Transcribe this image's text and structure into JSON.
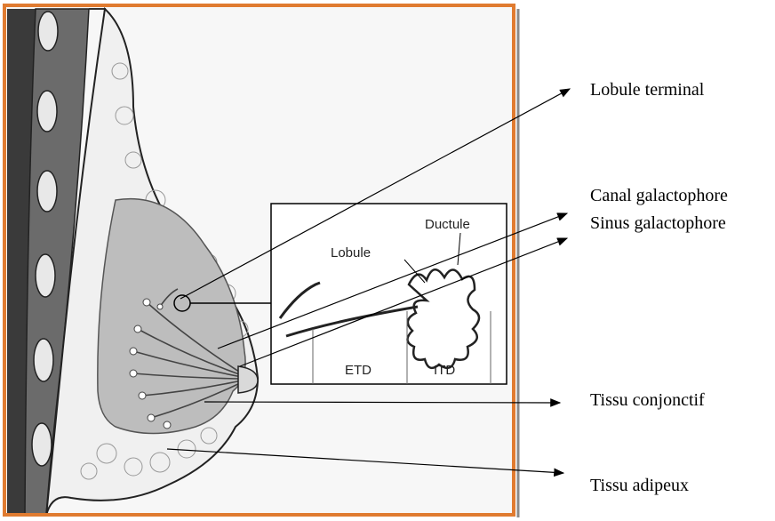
{
  "labels": {
    "lobule_terminal": "Lobule terminal",
    "canal_galactophore": "Canal galactophore",
    "sinus_galactophore": "Sinus galactophore",
    "tissu_conjonctif": "Tissu conjonctif",
    "tissu_adipeux": "Tissu adipeux"
  },
  "inset": {
    "ductule": "Ductule",
    "lobule": "Lobule",
    "etd": "ETD",
    "itd": "ITD"
  },
  "colors": {
    "frame": "#e07b30",
    "chest_wall": "#555555",
    "gland": "#bdbdbd",
    "fat": "#f0f0f0",
    "line": "#000000"
  }
}
